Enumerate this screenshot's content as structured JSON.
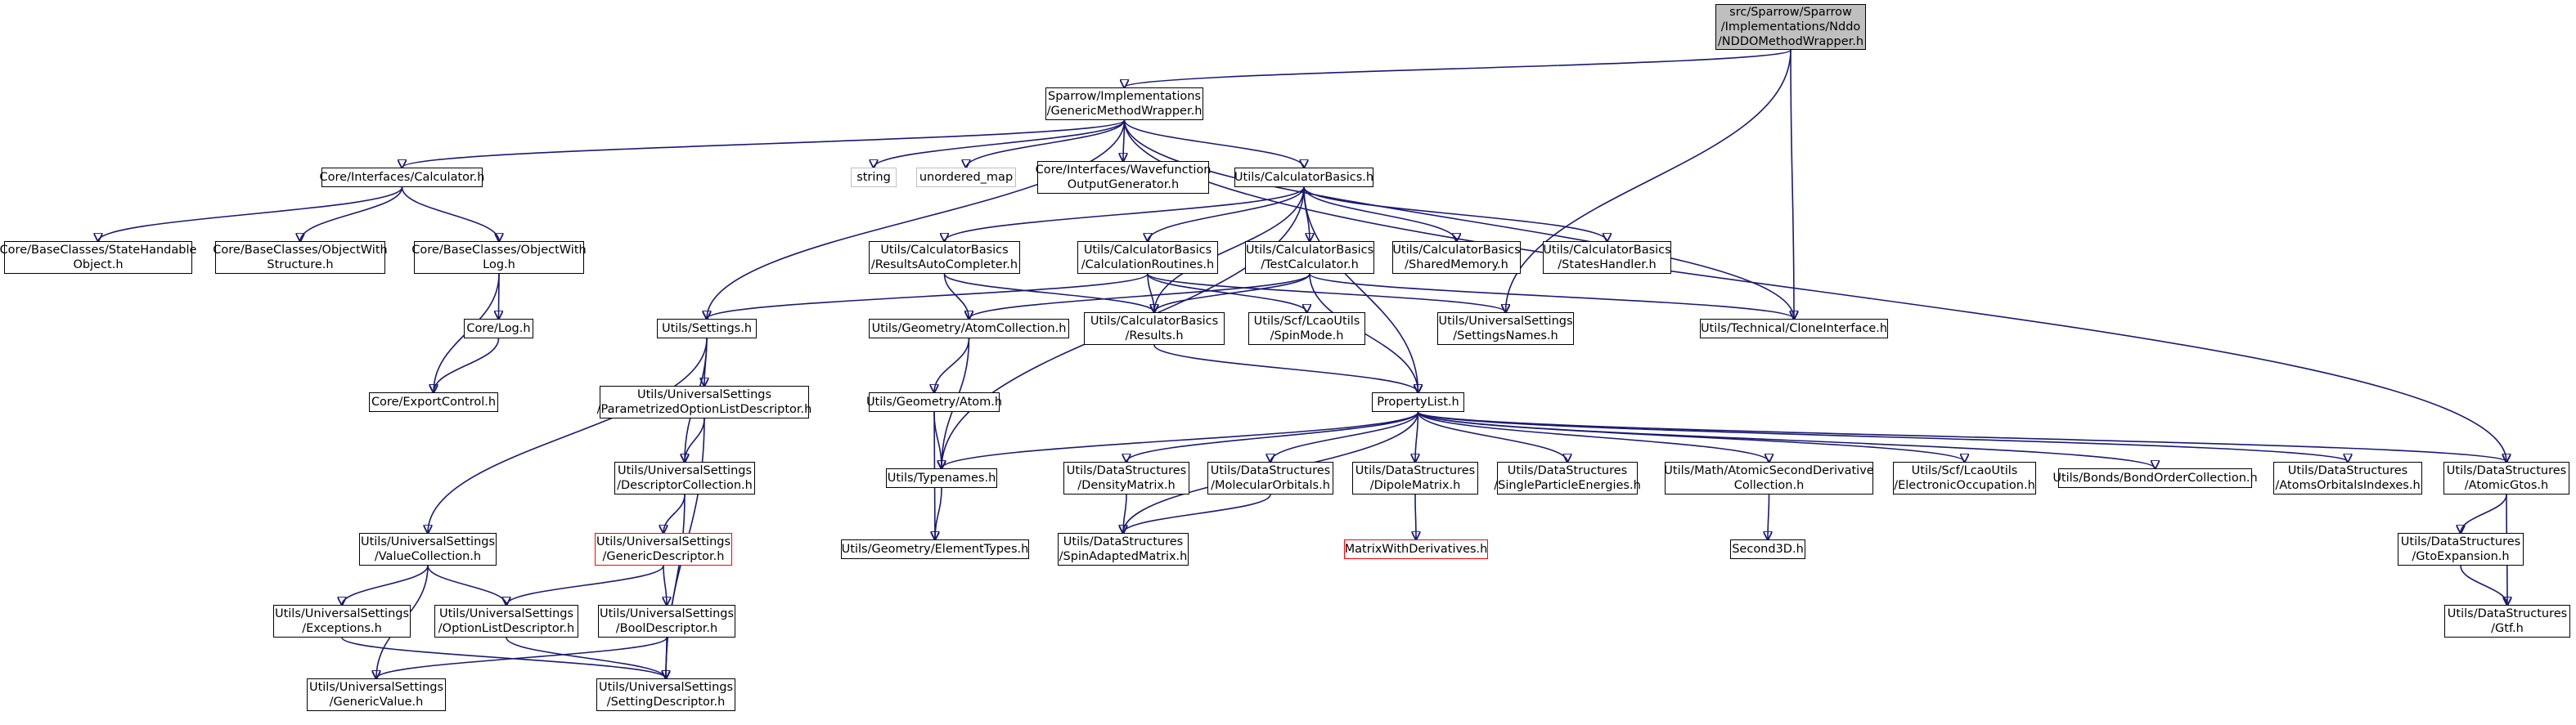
{
  "graph": {
    "type": "include-dependency-graph",
    "edge_color": "#191970",
    "root_fill": "#bfbfbf",
    "truncated_border": "#ff0000",
    "nodes": {
      "nddo": {
        "lines": [
          "src/Sparrow/Sparrow",
          "/Implementations/Nddo",
          "/NDDOMethodWrapper.h"
        ]
      },
      "gmw": {
        "lines": [
          "Sparrow/Implementations",
          "/GenericMethodWrapper.h"
        ]
      },
      "calc": {
        "lines": [
          "Core/Interfaces/Calculator.h"
        ]
      },
      "string": {
        "lines": [
          "string"
        ]
      },
      "umap": {
        "lines": [
          "unordered_map"
        ]
      },
      "wfog": {
        "lines": [
          "Core/Interfaces/Wavefunction",
          "OutputGenerator.h"
        ]
      },
      "cb": {
        "lines": [
          "Utils/CalculatorBasics.h"
        ]
      },
      "sho": {
        "lines": [
          "Core/BaseClasses/StateHandable",
          "Object.h"
        ]
      },
      "ows": {
        "lines": [
          "Core/BaseClasses/ObjectWith",
          "Structure.h"
        ]
      },
      "owl": {
        "lines": [
          "Core/BaseClasses/ObjectWith",
          "Log.h"
        ]
      },
      "rac": {
        "lines": [
          "Utils/CalculatorBasics",
          "/ResultsAutoCompleter.h"
        ]
      },
      "cr": {
        "lines": [
          "Utils/CalculatorBasics",
          "/CalculationRoutines.h"
        ]
      },
      "tc": {
        "lines": [
          "Utils/CalculatorBasics",
          "/TestCalculator.h"
        ]
      },
      "sm": {
        "lines": [
          "Utils/CalculatorBasics",
          "/SharedMemory.h"
        ]
      },
      "sh": {
        "lines": [
          "Utils/CalculatorBasics",
          "/StatesHandler.h"
        ]
      },
      "settings": {
        "lines": [
          "Utils/Settings.h"
        ]
      },
      "log": {
        "lines": [
          "Core/Log.h"
        ]
      },
      "ac": {
        "lines": [
          "Utils/Geometry/AtomCollection.h"
        ]
      },
      "results": {
        "lines": [
          "Utils/CalculatorBasics",
          "/Results.h"
        ]
      },
      "spinmode": {
        "lines": [
          "Utils/Scf/LcaoUtils",
          "/SpinMode.h"
        ]
      },
      "sn": {
        "lines": [
          "Utils/UniversalSettings",
          "/SettingsNames.h"
        ]
      },
      "clone": {
        "lines": [
          "Utils/Technical/CloneInterface.h"
        ]
      },
      "export": {
        "lines": [
          "Core/ExportControl.h"
        ]
      },
      "polds": {
        "lines": [
          "Utils/UniversalSettings",
          "/ParametrizedOptionListDescriptor.h"
        ]
      },
      "atom": {
        "lines": [
          "Utils/Geometry/Atom.h"
        ]
      },
      "pl": {
        "lines": [
          "PropertyList.h"
        ]
      },
      "dc": {
        "lines": [
          "Utils/UniversalSettings",
          "/DescriptorCollection.h"
        ]
      },
      "typenames": {
        "lines": [
          "Utils/Typenames.h"
        ]
      },
      "dm": {
        "lines": [
          "Utils/DataStructures",
          "/DensityMatrix.h"
        ]
      },
      "mo": {
        "lines": [
          "Utils/DataStructures",
          "/MolecularOrbitals.h"
        ]
      },
      "dipole": {
        "lines": [
          "Utils/DataStructures",
          "/DipoleMatrix.h"
        ]
      },
      "spe": {
        "lines": [
          "Utils/DataStructures",
          "/SingleParticleEnergies.h"
        ]
      },
      "asdc": {
        "lines": [
          "Utils/Math/AtomicSecondDerivative",
          "Collection.h"
        ]
      },
      "eo": {
        "lines": [
          "Utils/Scf/LcaoUtils",
          "/ElectronicOccupation.h"
        ]
      },
      "boc": {
        "lines": [
          "Utils/Bonds/BondOrderCollection.h"
        ]
      },
      "aoi": {
        "lines": [
          "Utils/DataStructures",
          "/AtomsOrbitalsIndexes.h"
        ]
      },
      "agtos": {
        "lines": [
          "Utils/DataStructures",
          "/AtomicGtos.h"
        ]
      },
      "gd": {
        "lines": [
          "Utils/UniversalSettings",
          "/GenericDescriptor.h"
        ]
      },
      "vc": {
        "lines": [
          "Utils/UniversalSettings",
          "/ValueCollection.h"
        ]
      },
      "et": {
        "lines": [
          "Utils/Geometry/ElementTypes.h"
        ]
      },
      "sam": {
        "lines": [
          "Utils/DataStructures",
          "/SpinAdaptedMatrix.h"
        ]
      },
      "mwd": {
        "lines": [
          "MatrixWithDerivatives.h"
        ]
      },
      "s3d": {
        "lines": [
          "Second3D.h"
        ]
      },
      "gtoexp": {
        "lines": [
          "Utils/DataStructures",
          "/GtoExpansion.h"
        ]
      },
      "exc": {
        "lines": [
          "Utils/UniversalSettings",
          "/Exceptions.h"
        ]
      },
      "old": {
        "lines": [
          "Utils/UniversalSettings",
          "/OptionListDescriptor.h"
        ]
      },
      "bd": {
        "lines": [
          "Utils/UniversalSettings",
          "/BoolDescriptor.h"
        ]
      },
      "gtf": {
        "lines": [
          "Utils/DataStructures",
          "/Gtf.h"
        ]
      },
      "gv": {
        "lines": [
          "Utils/UniversalSettings",
          "/GenericValue.h"
        ]
      },
      "sd": {
        "lines": [
          "Utils/UniversalSettings",
          "/SettingDescriptor.h"
        ]
      }
    },
    "edges": [
      [
        "nddo",
        "gmw"
      ],
      [
        "nddo",
        "sn"
      ],
      [
        "nddo",
        "clone"
      ],
      [
        "gmw",
        "calc"
      ],
      [
        "gmw",
        "string"
      ],
      [
        "gmw",
        "umap"
      ],
      [
        "gmw",
        "wfog"
      ],
      [
        "gmw",
        "cb"
      ],
      [
        "gmw",
        "settings"
      ],
      [
        "gmw",
        "clone"
      ],
      [
        "gmw",
        "agtos"
      ],
      [
        "calc",
        "sho"
      ],
      [
        "calc",
        "ows"
      ],
      [
        "calc",
        "owl"
      ],
      [
        "owl",
        "log"
      ],
      [
        "owl",
        "export"
      ],
      [
        "log",
        "export"
      ],
      [
        "cb",
        "rac"
      ],
      [
        "cb",
        "cr"
      ],
      [
        "cb",
        "tc"
      ],
      [
        "cb",
        "sm"
      ],
      [
        "cb",
        "sh"
      ],
      [
        "cb",
        "results"
      ],
      [
        "cb",
        "pl"
      ],
      [
        "cb",
        "typenames"
      ],
      [
        "rac",
        "ac"
      ],
      [
        "rac",
        "results"
      ],
      [
        "cr",
        "settings"
      ],
      [
        "cr",
        "results"
      ],
      [
        "cr",
        "spinmode"
      ],
      [
        "cr",
        "sn"
      ],
      [
        "tc",
        "ac"
      ],
      [
        "tc",
        "results"
      ],
      [
        "tc",
        "clone"
      ],
      [
        "tc",
        "pl"
      ],
      [
        "settings",
        "polds"
      ],
      [
        "settings",
        "dc"
      ],
      [
        "settings",
        "vc"
      ],
      [
        "ac",
        "atom"
      ],
      [
        "ac",
        "typenames"
      ],
      [
        "atom",
        "typenames"
      ],
      [
        "atom",
        "et"
      ],
      [
        "results",
        "pl"
      ],
      [
        "polds",
        "dc"
      ],
      [
        "polds",
        "sd"
      ],
      [
        "dc",
        "gd"
      ],
      [
        "dc",
        "sd"
      ],
      [
        "typenames",
        "et"
      ],
      [
        "pl",
        "typenames"
      ],
      [
        "pl",
        "dm"
      ],
      [
        "pl",
        "mo"
      ],
      [
        "pl",
        "dipole"
      ],
      [
        "pl",
        "spe"
      ],
      [
        "pl",
        "asdc"
      ],
      [
        "pl",
        "eo"
      ],
      [
        "pl",
        "boc"
      ],
      [
        "pl",
        "aoi"
      ],
      [
        "pl",
        "agtos"
      ],
      [
        "pl",
        "sam"
      ],
      [
        "dm",
        "sam"
      ],
      [
        "mo",
        "sam"
      ],
      [
        "dipole",
        "mwd"
      ],
      [
        "asdc",
        "s3d"
      ],
      [
        "agtos",
        "gtoexp"
      ],
      [
        "agtos",
        "gtf"
      ],
      [
        "gtoexp",
        "gtf"
      ],
      [
        "gd",
        "old"
      ],
      [
        "gd",
        "bd"
      ],
      [
        "vc",
        "exc"
      ],
      [
        "vc",
        "old"
      ],
      [
        "vc",
        "gv"
      ],
      [
        "exc",
        "sd"
      ],
      [
        "old",
        "sd"
      ],
      [
        "bd",
        "sd"
      ],
      [
        "bd",
        "gv"
      ]
    ]
  }
}
